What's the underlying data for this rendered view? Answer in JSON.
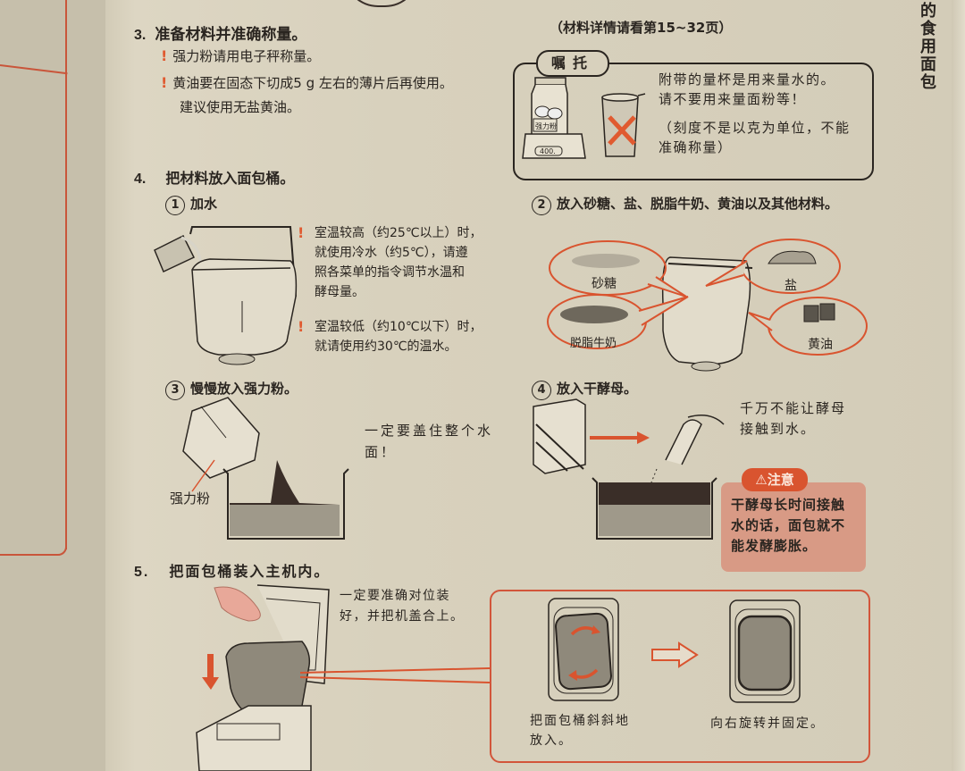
{
  "page": {
    "side_tab_vertical": "的食用面包",
    "sections": {
      "step3": {
        "number": "3.",
        "title": "准备材料并准确称量。",
        "ref": "（材料详情请看第15~32页）",
        "bullets": [
          "强力粉请用电子秤称量。",
          "黄油要在固态下切成5 g 左右的薄片后再使用。"
        ],
        "extra": "建议使用无盐黄油。",
        "note": {
          "tag": "嘱托",
          "line1": "附带的量杯是用来量水的。",
          "line2": "请不要用来量面粉等！",
          "line3": "（刻度不是以克为单位，不能",
          "line4": "准确称量）",
          "scale_display": "400.",
          "flour_label": "强力粉"
        }
      },
      "step4": {
        "number": "4.",
        "title": "把材料放入面包桶。",
        "sub1": {
          "num": "1",
          "title": "加水",
          "warn1": [
            "室温较高（约25℃以上）时，",
            "就使用冷水（约5℃），请遵",
            "照各菜单的指令调节水温和",
            "酵母量。"
          ],
          "warn2": [
            "室温较低（约10℃以下）时，",
            "就请使用约30℃的温水。"
          ]
        },
        "sub2": {
          "num": "2",
          "title": "放入砂糖、盐、脱脂牛奶、黄油以及其他材料。",
          "labels": {
            "sugar": "砂糖",
            "salt": "盐",
            "milk": "脱脂牛奶",
            "butter": "黄油"
          }
        },
        "sub3": {
          "num": "3",
          "title": "慢慢放入强力粉。",
          "flour_label": "强力粉",
          "note": [
            "一定要盖住整个水",
            "面！"
          ]
        },
        "sub4": {
          "num": "4",
          "title": "放入干酵母。",
          "note": [
            "千万不能让酵母",
            "接触到水。"
          ],
          "caution": {
            "tag": "⚠注意",
            "lines": [
              "干酵母长时间接触",
              "水的话，面包就不",
              "能发酵膨胀。"
            ]
          }
        }
      },
      "step5": {
        "number": "5.",
        "title": "把面包桶装入主机内。",
        "note": [
          "一定要准确对位装",
          "好，并把机盖合上。"
        ],
        "caption_left": [
          "把面包桶斜斜地",
          "放入。"
        ],
        "caption_right": "向右旋转并固定。"
      }
    },
    "colors": {
      "accent": "#d9542f",
      "paper": "#d8d1bd",
      "ink": "#2a2520",
      "caution_bg": "#d89a85"
    }
  }
}
